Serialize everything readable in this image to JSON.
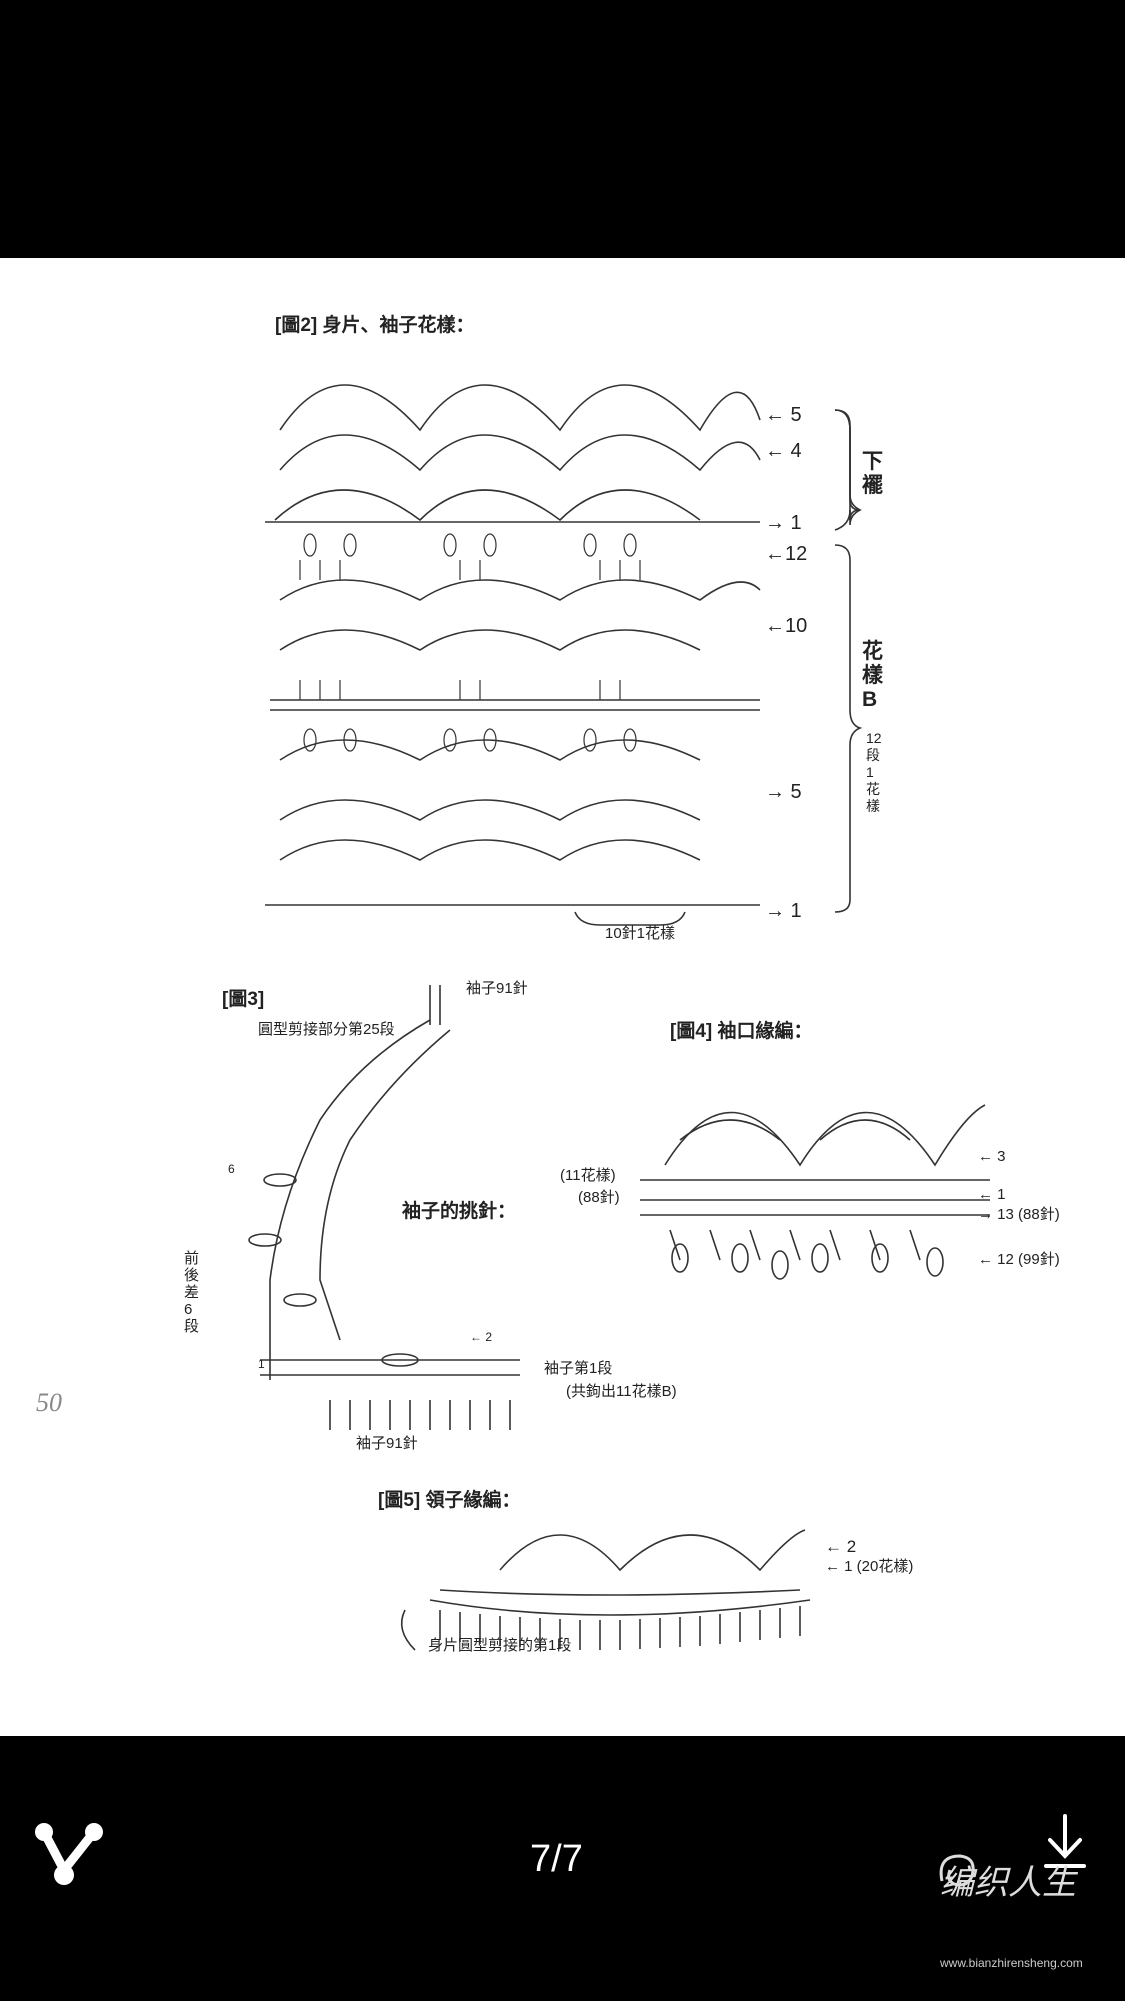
{
  "viewer": {
    "page_counter": "7/7",
    "watermark_text": "编织人生",
    "watermark_url": "www.bianzhirensheng.com"
  },
  "doc": {
    "fig2_title": "[圖2] 身片、袖子花樣：",
    "fig2_rows": {
      "r5": "← 5",
      "r4": "← 4",
      "r1a": "→ 1",
      "r12": "←12",
      "r10": "←10",
      "r5b": "→ 5",
      "r1b": "→ 1"
    },
    "fig2_side_1": "下襬",
    "fig2_side_2": "花樣B",
    "fig2_side_3": "12段1花樣",
    "fig2_repeat": "10針1花樣",
    "fig3_title": "[圖3]",
    "fig3_top": "袖子91針",
    "fig3_raglan": "圓型剪接部分第25段",
    "fig3_pick": "袖子的挑針：",
    "fig3_side": "前後差6段",
    "fig3_row1": "袖子第1段",
    "fig3_pattern": "(共鉤出11花樣B)",
    "fig3_bottom": "袖子91針",
    "fig3_six": "6",
    "fig3_two": "← 2",
    "fig3_one": "1",
    "fig4_title": "[圖4] 袖口緣編：",
    "fig4_left1": "(11花樣)",
    "fig4_left2": "(88針)",
    "fig4_r3": "← 3",
    "fig4_r1": "← 1",
    "fig4_r13": "→ 13 (88針)",
    "fig4_r12": "← 12 (99針)",
    "fig5_title": "[圖5] 領子緣編：",
    "fig5_r2": "← 2",
    "fig5_r1": "← 1 (20花樣)",
    "fig5_bottom": "身片圓型剪接的第1段",
    "page_number": "50"
  }
}
